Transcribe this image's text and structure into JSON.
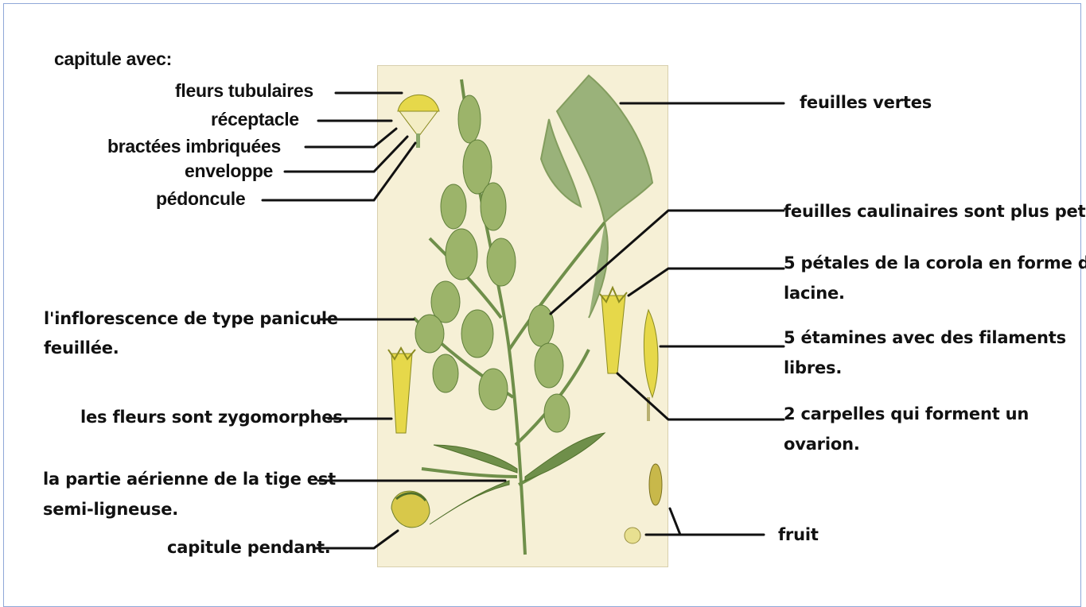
{
  "labels": {
    "capitule_avec": "capitule avec:",
    "fleurs_tubulaires": "fleurs tubulaires",
    "receptacle": "réceptacle",
    "bractees": "bractées imbriquées",
    "enveloppe": "enveloppe",
    "pedoncule": "pédoncule",
    "inflorescence_l1": "l'inflorescence de type panicule",
    "inflorescence_l2": "feuillée.",
    "zygomorphes": "les fleurs sont zygomorphes.",
    "tige_l1": "la partie aérienne de la tige est",
    "tige_l2": "semi-ligneuse.",
    "capitule_pendant": "capitule pendant.",
    "feuilles_vertes": "feuilles vertes",
    "caulinaires": "feuilles caulinaires sont plus petites",
    "petales_l1": "5 pétales de la corola en forme de",
    "petales_l2": "lacine.",
    "etamines_l1": "5 étamines avec des filaments",
    "etamines_l2": "libres.",
    "carpelles_l1": "2 carpelles qui forment un",
    "carpelles_l2": "ovarion.",
    "fruit": "fruit"
  },
  "colors": {
    "plate_background": "#f6f0d6",
    "stem_green": "#6f8f4a",
    "leaf_green": "#8aa86a",
    "flower_yellow": "#e6d84a",
    "frame_blue": "#8fa8d8"
  }
}
